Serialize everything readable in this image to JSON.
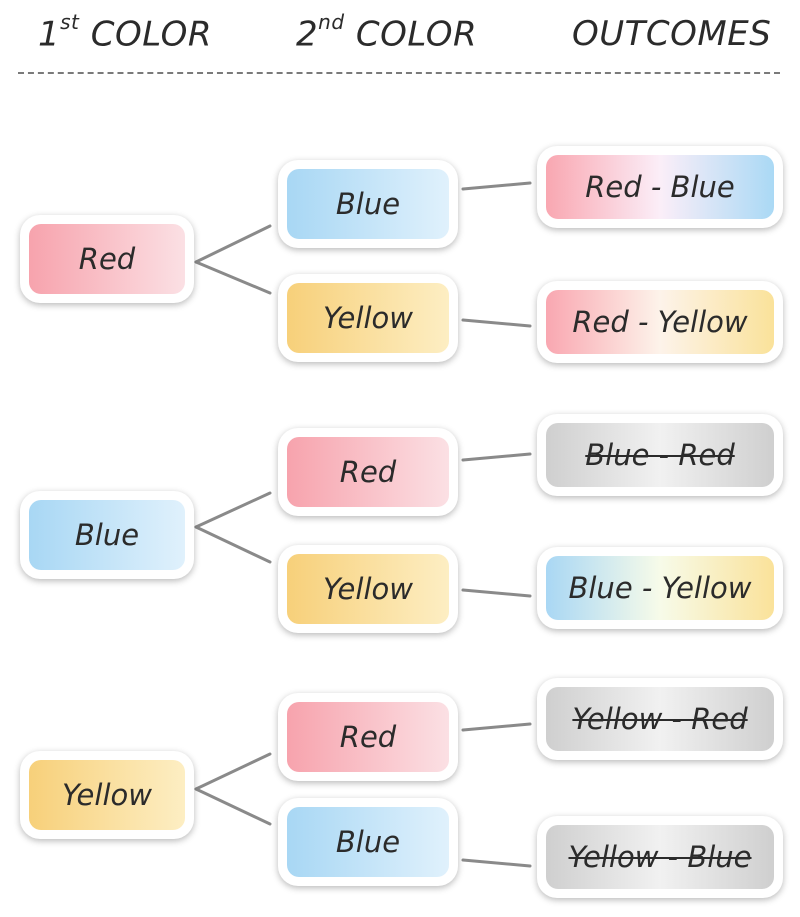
{
  "headers": {
    "first_num": "1",
    "first_sup": "st",
    "first_rest": " COLOR",
    "second_num": "2",
    "second_sup": "nd",
    "second_rest": " COLOR",
    "outcomes": "OUTCOMES"
  },
  "groups": [
    {
      "first": "Red",
      "branches": [
        {
          "second": "Blue",
          "outcome": "Red - Blue",
          "outcome_crossed_out": false
        },
        {
          "second": "Yellow",
          "outcome": "Red - Yellow",
          "outcome_crossed_out": false
        }
      ]
    },
    {
      "first": "Blue",
      "branches": [
        {
          "second": "Red",
          "outcome": "Blue - Red",
          "outcome_crossed_out": true
        },
        {
          "second": "Yellow",
          "outcome": "Blue - Yellow",
          "outcome_crossed_out": false
        }
      ]
    },
    {
      "first": "Yellow",
      "branches": [
        {
          "second": "Red",
          "outcome": "Yellow - Red",
          "outcome_crossed_out": true
        },
        {
          "second": "Blue",
          "outcome": "Yellow - Blue",
          "outcome_crossed_out": true
        }
      ]
    }
  ],
  "colors": {
    "red": "#f7a3ad",
    "blue": "#a8d7f4",
    "yellow": "#f7d07a",
    "crossed_out_gray": "#cfcfcf",
    "connector": "#8a8a8a",
    "text": "#2b2b2b"
  }
}
